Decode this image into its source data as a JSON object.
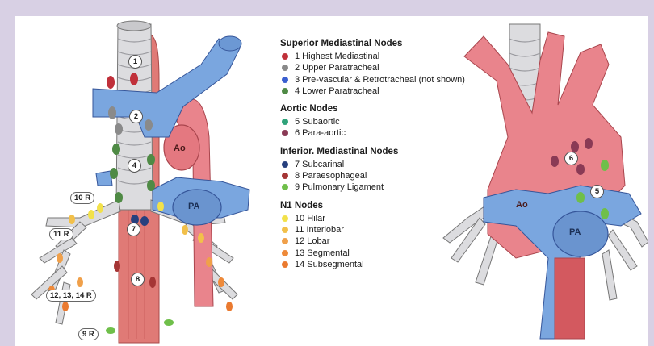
{
  "legend": {
    "groups": [
      {
        "title": "Superior Mediastinal Nodes",
        "items": [
          {
            "label": "1 Highest Mediastinal",
            "color": "#c0303a"
          },
          {
            "label": "2 Upper Paratracheal",
            "color": "#8a8a8a"
          },
          {
            "label": "3 Pre-vascular & Retrotracheal (not shown)",
            "color": "#3a5fd0"
          },
          {
            "label": "4 Lower Paratracheal",
            "color": "#4f8a45"
          }
        ]
      },
      {
        "title": "Aortic Nodes",
        "items": [
          {
            "label": "5 Subaortic",
            "color": "#2fa37a"
          },
          {
            "label": "6 Para-aortic",
            "color": "#8a3a55"
          }
        ]
      },
      {
        "title": "Inferior. Mediastinal Nodes",
        "items": [
          {
            "label": "7 Subcarinal",
            "color": "#27407e"
          },
          {
            "label": "8 Paraesophageal",
            "color": "#a53535"
          },
          {
            "label": "9 Pulmonary Ligament",
            "color": "#6fbf4a"
          }
        ]
      },
      {
        "title": "N1 Nodes",
        "items": [
          {
            "label": "10 Hilar",
            "color": "#f2e14a"
          },
          {
            "label": "11 Interlobar",
            "color": "#f2c04a"
          },
          {
            "label": "12 Lobar",
            "color": "#f0a04a"
          },
          {
            "label": "13 Segmental",
            "color": "#ee8a3a"
          },
          {
            "label": "14 Subsegmental",
            "color": "#ea7a30"
          }
        ]
      }
    ]
  },
  "left_figure": {
    "station_labels": {
      "s1": "1",
      "s2": "2",
      "s4": "4",
      "s7": "7",
      "s8": "8"
    },
    "side_labels": {
      "r10": "10 R",
      "r11": "11 R",
      "r121314": "12, 13, 14 R",
      "r9": "9 R"
    },
    "vessel_labels": {
      "ao": "Ao",
      "pa": "PA"
    }
  },
  "right_figure": {
    "station_labels": {
      "s6": "6",
      "s5": "5"
    },
    "vessel_labels": {
      "ao": "Ao",
      "pa": "PA"
    }
  },
  "colors": {
    "aorta": "#e9848c",
    "pulmonary_artery": "#7aa6df",
    "trachea": "#d9d9dc",
    "esophagus": "#e07a76",
    "frame": "#d8d0e4"
  }
}
